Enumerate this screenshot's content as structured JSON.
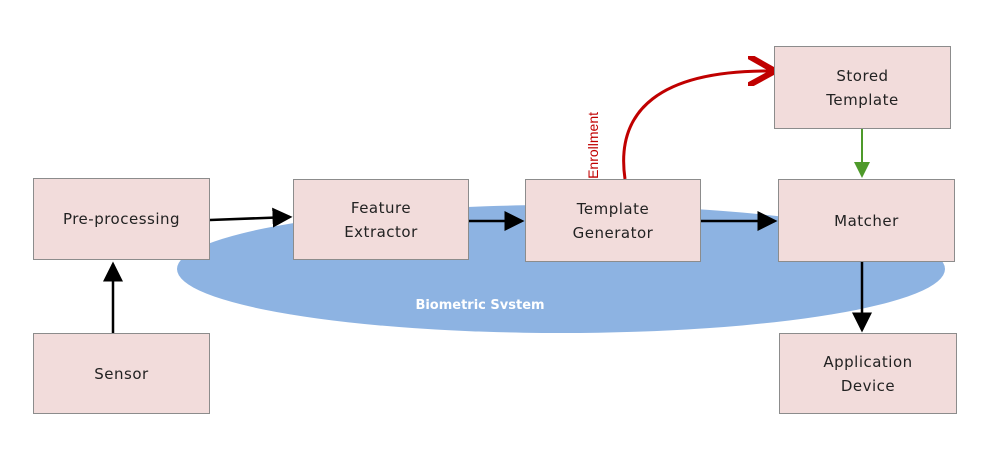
{
  "diagram": {
    "ellipse_label": "Biometric System",
    "enrollment_label": "Enrollment",
    "boxes": {
      "preprocessing": "Pre-processing",
      "feature_extractor": "Feature\nExtractor",
      "template_generator": "Template\nGenerator",
      "matcher": "Matcher",
      "stored_template": "Stored\nTemplate",
      "sensor": "Sensor",
      "application_device": "Application\nDevice"
    },
    "colors": {
      "box_fill": "#f2dcdb",
      "ellipse": "#8db3e2",
      "enrollment_arrow": "#c00000",
      "stored_arrow": "#4e9a2a",
      "arrow": "#000000"
    }
  }
}
